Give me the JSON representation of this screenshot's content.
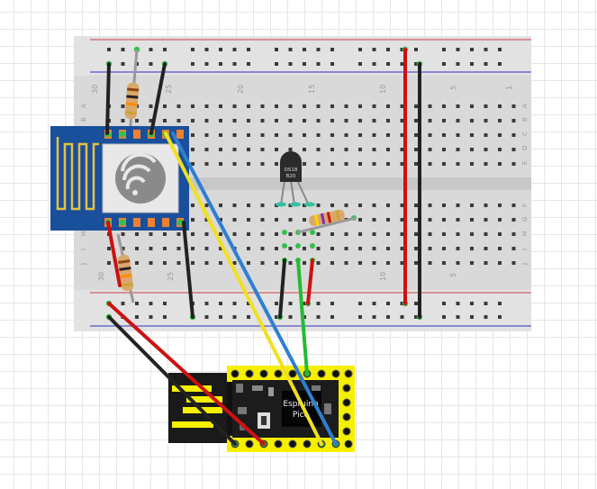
{
  "breadboard": {
    "column_labels_top": [
      "30",
      "25",
      "20",
      "15",
      "10",
      "5",
      "1"
    ],
    "column_labels_bottom": [
      "30",
      "25",
      "10",
      "5"
    ],
    "row_labels_top": [
      "A",
      "B",
      "C",
      "D",
      "E"
    ],
    "row_labels_bottom": [
      "F",
      "G",
      "H",
      "I",
      "J"
    ]
  },
  "sensor": {
    "label_line1": "DS18",
    "label_line2": "B20"
  },
  "board": {
    "label_line1": "Espruino",
    "label_line2": "Pico"
  },
  "colors": {
    "wire_red": "#cc1111",
    "wire_black": "#222222",
    "wire_yellow": "#f0e020",
    "wire_blue": "#2f7fd0",
    "wire_green": "#22bb33",
    "esp_blue": "#1a4f9c",
    "pico_yellow": "#f5f000"
  }
}
